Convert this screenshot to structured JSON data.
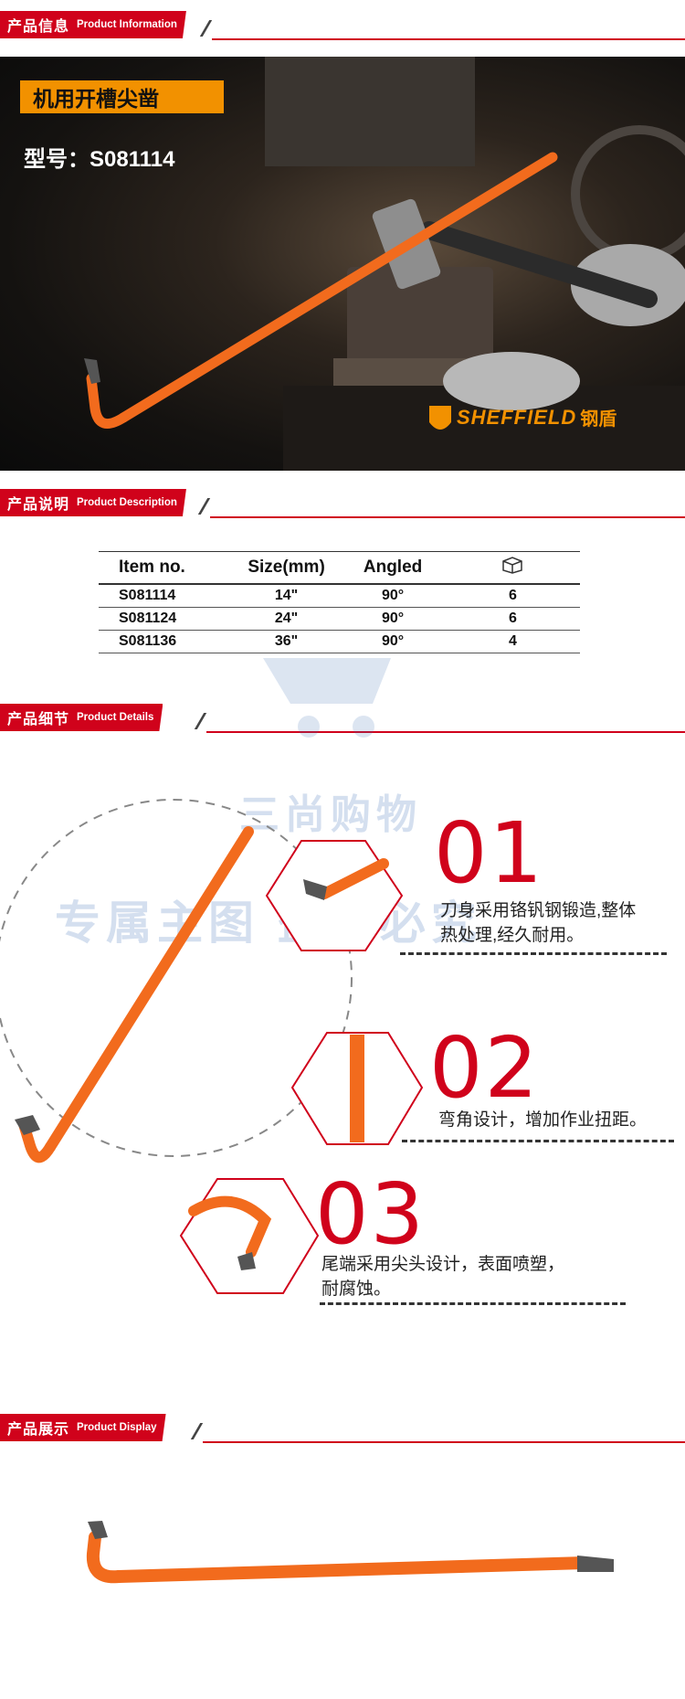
{
  "sections": {
    "info": {
      "cn": "产品信息",
      "en": "Product Information"
    },
    "desc": {
      "cn": "产品说明",
      "en": "Product Description"
    },
    "details": {
      "cn": "产品细节",
      "en": "Product Details"
    },
    "display": {
      "cn": "产品展示",
      "en": "Product Display"
    }
  },
  "hero": {
    "product_name": "机用开槽尖凿",
    "model_line": "型号：S081114",
    "brand_en": "SHEFFIELD",
    "brand_cn": "钢盾",
    "tool_color": "#f26b1d"
  },
  "spec_table": {
    "headers": [
      "Item no.",
      "Size(mm)",
      "Angled",
      "box-icon"
    ],
    "rows": [
      [
        "S081114",
        "14\"",
        "90°",
        "6"
      ],
      [
        "S081124",
        "24\"",
        "90°",
        "6"
      ],
      [
        "S081136",
        "36\"",
        "90°",
        "4"
      ]
    ]
  },
  "details": [
    {
      "num": "01",
      "text_line1": "刀身采用铬钒钢锻造,整体",
      "text_line2": "热处理,经久耐用。"
    },
    {
      "num": "02",
      "text_line1": "弯角设计，增加作业扭距。",
      "text_line2": ""
    },
    {
      "num": "03",
      "text_line1": "尾端采用尖头设计，表面喷塑，",
      "text_line2": "耐腐蚀。"
    }
  ],
  "watermark": {
    "line1": "三尚购物",
    "line2": "专属主图  盗图必究"
  },
  "colors": {
    "accent": "#d0021b",
    "tag_orange": "#f29100",
    "tool_orange": "#f26b1d"
  }
}
